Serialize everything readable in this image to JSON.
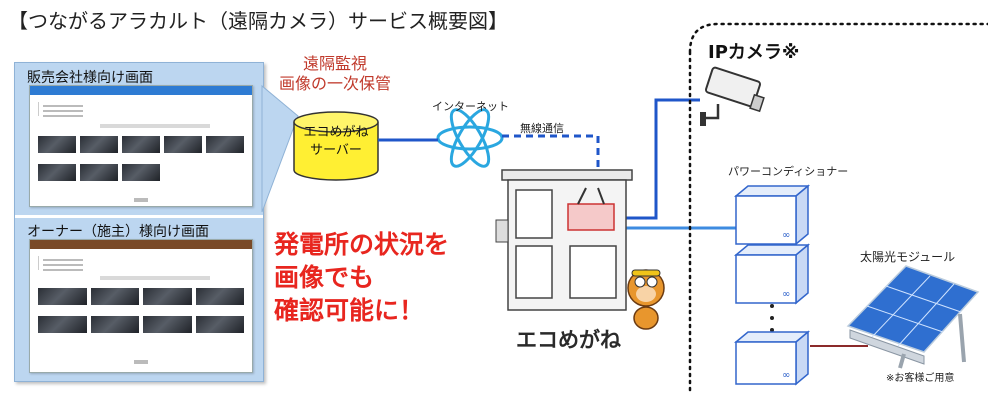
{
  "title": "【つながるアラカルト（遠隔カメラ）サービス概要図】",
  "panel": {
    "sales_label": "販売会社様向け画面",
    "owner_label": "オーナー（施主）様向け画面"
  },
  "remote_storage": {
    "line1": "遠隔監視",
    "line2": "画像の一次保管"
  },
  "server": {
    "line1": "エコめがね",
    "line2": "サーバー"
  },
  "internet_label": "インターネット",
  "wireless_label": "無線通信",
  "message": {
    "line1": "発電所の状況を",
    "line2": "画像でも",
    "line3": "確認可能に！"
  },
  "ecomegane_label": "エコめがね",
  "ipcamera_label": "IPカメラ※",
  "power_conditioner_label": "パワーコンディショナー",
  "solar_label": "太陽光モジュール",
  "note": "※お客様ご用意",
  "colors": {
    "accent_red": "#e8261f",
    "dark_red": "#c0392b",
    "network_blue": "#1f56c9",
    "box_blue": "#3366cc",
    "panel_bg": "#bcd6f0",
    "sales_bar": "#2e7bd3",
    "owner_bar": "#7a4a28"
  }
}
